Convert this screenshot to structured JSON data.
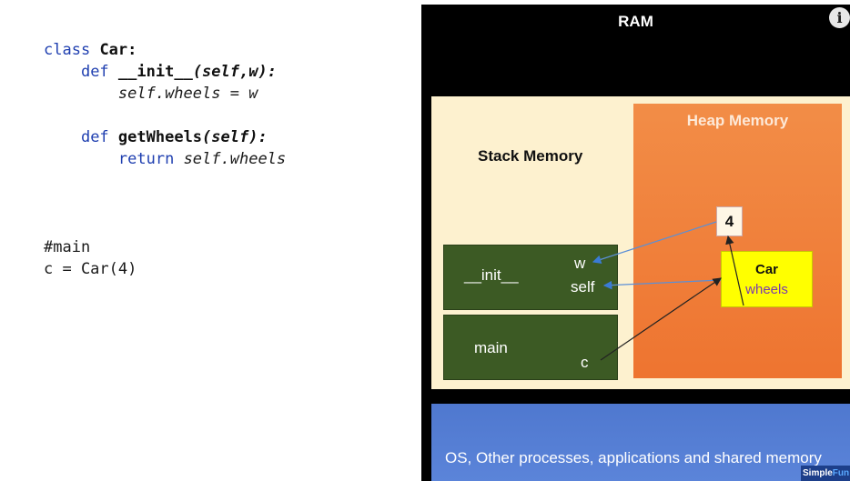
{
  "code": {
    "line1_kw": "class",
    "line1_name": "Car:",
    "line2_kw": "def",
    "line2_name": "__init__",
    "line2_args": "(self,w):",
    "line3": "self.wheels = w",
    "line4_kw": "def",
    "line4_name": "getWheels",
    "line4_args": "(self):",
    "line5_kw": "return",
    "line5_rest": "self.wheels",
    "comment": "#main",
    "main_line": "c = Car(4)"
  },
  "diagram": {
    "ram_title": "RAM",
    "info_glyph": "i",
    "stack_label": "Stack Memory",
    "heap_label": "Heap Memory",
    "init_frame": {
      "name": "__init__",
      "var_w": "w",
      "var_self": "self"
    },
    "main_frame": {
      "name": "main",
      "var_c": "c"
    },
    "heap_value": "4",
    "car_object": {
      "title": "Car",
      "field": "wheels"
    },
    "os_text": "OS, Other processes, applications and shared memory",
    "logo_part1": "Simple",
    "logo_part2": "Fun"
  },
  "colors": {
    "stack_bg": "#fdf1cf",
    "heap_bg": "#ee7430",
    "frame_bg": "#3c5a24",
    "car_bg": "#ffff00",
    "os_bg": "#5b84d9",
    "keyword": "#1f3fb0"
  }
}
